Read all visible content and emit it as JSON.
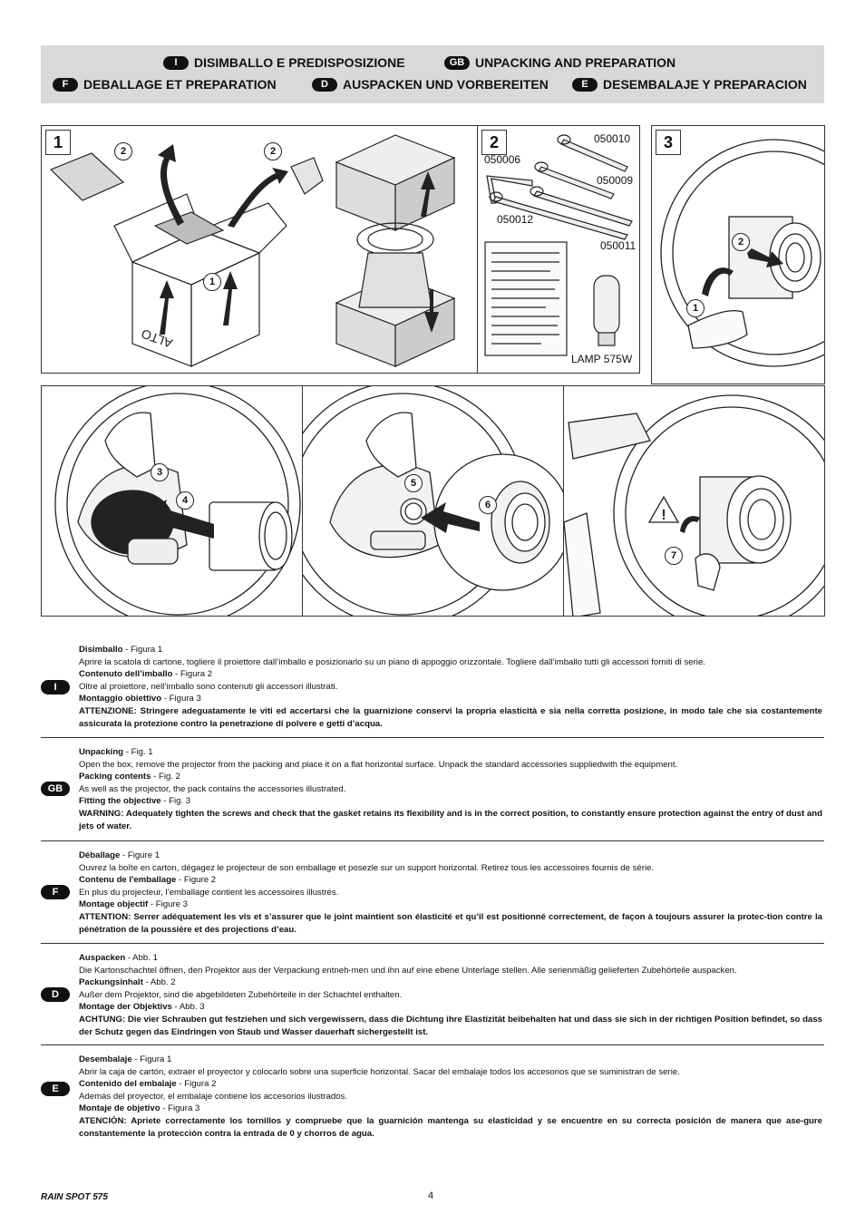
{
  "header": {
    "items": [
      {
        "code": "I",
        "title": "DISIMBALLO E PREDISPOSIZIONE"
      },
      {
        "code": "GB",
        "title": "UNPACKING AND PREPARATION"
      },
      {
        "code": "F",
        "title": "DEBALLAGE ET PREPARATION"
      },
      {
        "code": "D",
        "title": "AUSPACKEN UND VORBEREITEN"
      },
      {
        "code": "E",
        "title": "DESEMBALAJE Y PREPARACION"
      }
    ]
  },
  "figures": {
    "fig1": {
      "number": "1",
      "box_label": "ALTO",
      "callouts": [
        "2",
        "2",
        "1"
      ]
    },
    "fig2": {
      "number": "2",
      "codes": [
        "050010",
        "050006",
        "050009",
        "050012",
        "050011"
      ],
      "lamp": "LAMP 575W"
    },
    "fig3": {
      "number": "3",
      "callouts": [
        "2",
        "1"
      ]
    },
    "fig4": {
      "callouts": [
        "3",
        "4"
      ]
    },
    "fig5": {
      "callouts": [
        "5",
        "6"
      ]
    },
    "fig6": {
      "callouts": [
        "7"
      ]
    }
  },
  "sections": [
    {
      "code": "I",
      "h1": "Disimballo",
      "r1": " - Figura 1",
      "t1": "Aprire la scatola di cartone, togliere il proiettore dall’imballo e posizionarlo su un piano di appoggio orizzontale. Togliere dall’imballo tutti gli accessori forniti di serie.",
      "h2": "Contenuto dell’imballo",
      "r2": " - Figura 2",
      "t2": "Oltre al proiettore, nell’imballo sono contenuti gli accessori illustrati.",
      "h3": "Montaggio obiettivo",
      "r3": " - Figura 3",
      "warn": "ATTENZIONE: Stringere adeguatamente le viti ed accertarsi che la guarnizione conservi la propria elasticità e sia nella corretta posizione, in modo tale che sia costantemente assicurata la protezione contro la penetrazione di polvere e getti d’acqua."
    },
    {
      "code": "GB",
      "h1": "Unpacking",
      "r1": " - Fig. 1",
      "t1": "Open the box, remove the projector from the packing and place it on a flat horizontal surface. Unpack the standard accessories suppliedwith the equipment.",
      "h2": "Packing contents",
      "r2": " - Fig. 2",
      "t2": "As well as the projector, the pack contains the accessories illustrated.",
      "h3": "Fitting the objective",
      "r3": " - Fig. 3",
      "warn": "WARNING: Adequately tighten the screws and check that the gasket retains its flexibility and is in the correct position, to constantly ensure protection against the entry of dust and jets of water."
    },
    {
      "code": "F",
      "h1": "Déballage",
      "r1": " - Figure 1",
      "t1": "Ouvrez la boîte en carton, dégagez le projecteur de son emballage et posezle sur un support horizontal. Retirez tous les accessoires fournis de série.",
      "h2": "Contenu de l'emballage",
      "r2": " - Figure 2",
      "t2": "En plus du projecteur, l’emballage contient les accessoires illustrés.",
      "h3": "Montage objectif",
      "r3": " - Figure 3",
      "warn": "ATTENTION: Serrer adéquatement les vis et s’assurer que le joint maintient son élasticité et qu’il est positionné correctement, de façon à toujours assurer la protec-tion contre la pénétration de la poussière et des projections d’eau."
    },
    {
      "code": "D",
      "h1": "Auspacken",
      "r1": " - Abb. 1",
      "t1": "Die Kartonschachtel öffnen, den Projektor aus der Verpackung entneh-men und ihn auf eine ebene Unterlage stellen. Alle serienmäßig gelieferten Zubehörteile auspacken.",
      "h2": "Packungsinhalt",
      "r2": "  - Abb. 2",
      "t2": "Außer dem Projektor, sind die abgebildeten Zubehörteile in der Schachtel enthalten.",
      "h3": "Montage der Objektivs",
      "r3": " - Abb. 3",
      "warn": "ACHTUNG: Die vier Schrauben gut festziehen und sich vergewissern, dass die Dichtung ihre Elastizität beibehalten hat und dass sie sich in der richtigen Position befindet, so dass der Schutz gegen das Eindringen von Staub und Wasser dauerhaft sichergestellt ist."
    },
    {
      "code": "E",
      "h1": "Desembalaje",
      "r1": " - Figura 1",
      "t1": "Abrir la caja de cartón, extraer el proyector y colocarlo sobre una superficie horizontal. Sacar del embalaje todos los accesorios que se suministran de serie.",
      "h2": "Contenido del embalaje",
      "r2": " - Figura 2",
      "t2": "Además del proyector, el embalaje contiene los accesorios ilustrados.",
      "h3": "Montaje de objetivo",
      "r3": " - Figura 3",
      "warn": "ATENCIÓN: Apriete correctamente los tornillos y compruebe que la guarnición mantenga su elasticidad y se encuentre en su correcta posición de manera que ase-gure constantemente la protección contra la entrada de 0 y chorros de agua."
    }
  ],
  "footer": {
    "product": "RAIN SPOT 575",
    "page": "4"
  }
}
